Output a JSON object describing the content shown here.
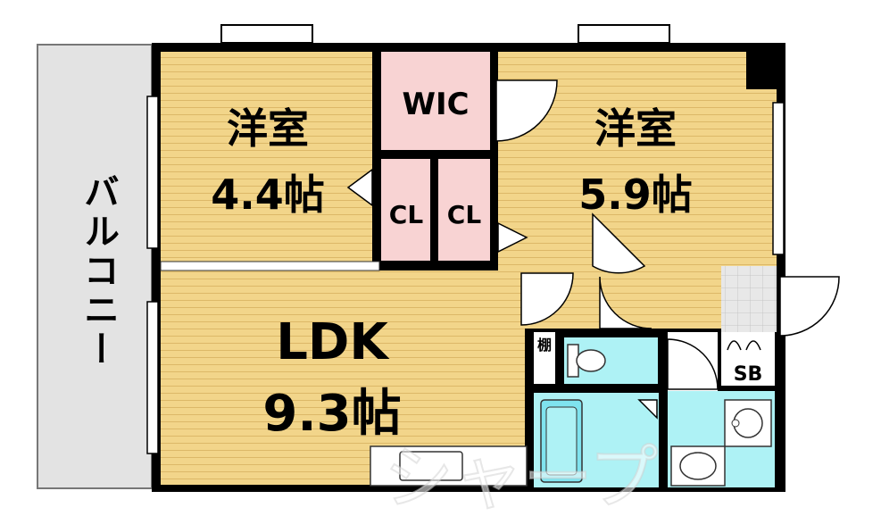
{
  "rooms": {
    "balcony": {
      "name": "バルコニー"
    },
    "western_room_1": {
      "name": "洋室",
      "size": "4.4帖"
    },
    "western_room_2": {
      "name": "洋室",
      "size": "5.9帖"
    },
    "wic": {
      "name": "WIC"
    },
    "closet_1": {
      "name": "CL"
    },
    "closet_2": {
      "name": "CL"
    },
    "ldk": {
      "name": "LDK",
      "size": "9.3帖"
    },
    "shelf": {
      "name": "棚"
    },
    "shoe_box": {
      "name": "SB"
    }
  },
  "watermark": {
    "text": "シャープ"
  },
  "colors": {
    "floor_wood": "#f2d58a",
    "wic_closet": "#f8d3d3",
    "wet_area": "#aef2f5",
    "balcony": "#e3e3e3",
    "wall": "#000000"
  }
}
